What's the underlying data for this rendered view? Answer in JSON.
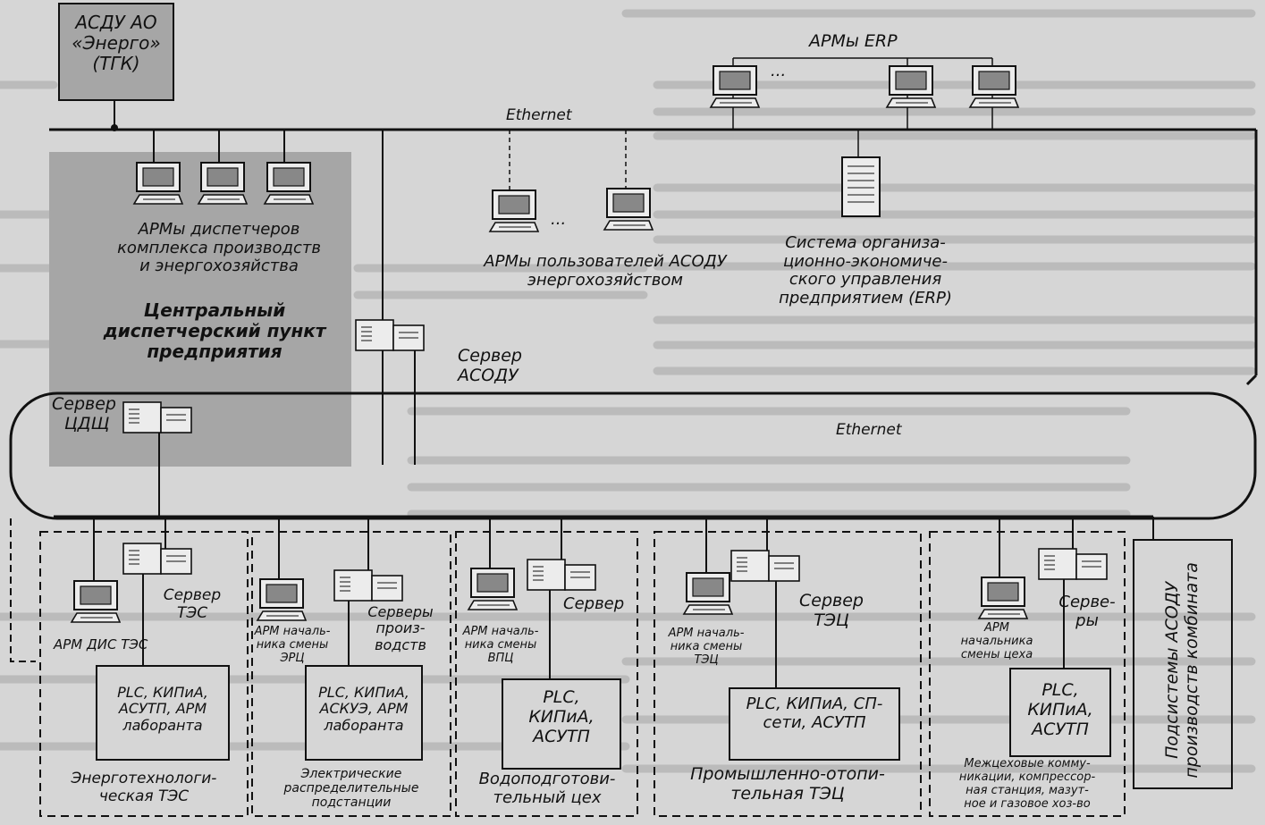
{
  "colors": {
    "paper": "#d6d6d6",
    "ink": "#111111",
    "shade": "#a6a6a6"
  },
  "icons": [
    "workstation-icon",
    "server-rack-icon",
    "tower-server-icon"
  ],
  "top": {
    "asdu_box": [
      "АСДУ АО",
      "«Энерго»",
      "(ТГК)"
    ],
    "arm_erp": "АРМы ERP",
    "ellipsis": "...",
    "ethernet": "Ethernet"
  },
  "central": {
    "arm_dispatchers": [
      "АРМы диспетчеров",
      "комплекса производств",
      "и энергохозяйства"
    ],
    "title": [
      "Центральный",
      "диспетчерский пункт",
      "предприятия"
    ],
    "server_cdp": [
      "Сервер",
      "ЦДЩ"
    ]
  },
  "users": {
    "label": [
      "АРМы пользователей АСОДУ",
      "энергохозяйством"
    ],
    "ellipsis": "..."
  },
  "erp_system": [
    "Система организа-",
    "ционно-экономиче-",
    "ского управления",
    "предприятием (ERP)"
  ],
  "server_asodu": [
    "Сервер",
    "АСОДУ"
  ],
  "ring": {
    "ethernet": "Ethernet"
  },
  "shops": [
    {
      "arm": "АРМ ДИС ТЭС",
      "server": [
        "Сервер",
        "ТЭС"
      ],
      "plc": [
        "PLC, КИПиА,",
        "АСУТП, АРМ",
        "лаборанта"
      ],
      "name": [
        "Энерготехнологи-",
        "ческая ТЭС"
      ]
    },
    {
      "arm": [
        "АРМ началь-",
        "ника смены",
        "ЭРЦ"
      ],
      "server": [
        "Серверы",
        "произ-",
        "водств"
      ],
      "plc": [
        "PLC, КИПиА,",
        "АСКУЭ, АРМ",
        "лаборанта"
      ],
      "name": [
        "Электрические",
        "распределительные",
        "подстанции"
      ]
    },
    {
      "arm": [
        "АРМ началь-",
        "ника смены",
        "ВПЦ"
      ],
      "server": [
        "Сервер"
      ],
      "plc": [
        "PLC,",
        "КИПиА,",
        "АСУТП"
      ],
      "name": [
        "Водоподготови-",
        "тельный цех"
      ]
    },
    {
      "arm": [
        "АРМ началь-",
        "ника смены",
        "ТЭЦ"
      ],
      "server": [
        "Сервер",
        "ТЭЦ"
      ],
      "plc": [
        "PLC, КИПиА, СП-",
        "сети, АСУТП"
      ],
      "name": [
        "Промышленно-отопи-",
        "тельная ТЭЦ"
      ]
    },
    {
      "arm": [
        "АРМ",
        "начальника",
        "смены цеха"
      ],
      "server": [
        "Серве-",
        "ры"
      ],
      "plc": [
        "PLC,",
        "КИПиА,",
        "АСУТП"
      ],
      "name": [
        "Межцеховые комму-",
        "никации, компрессор-",
        "ная станция, мазут-",
        "ное и газовое хоз-во"
      ]
    },
    {
      "name": [
        "Подсистемы АСОДУ",
        "производств комбината"
      ]
    }
  ]
}
